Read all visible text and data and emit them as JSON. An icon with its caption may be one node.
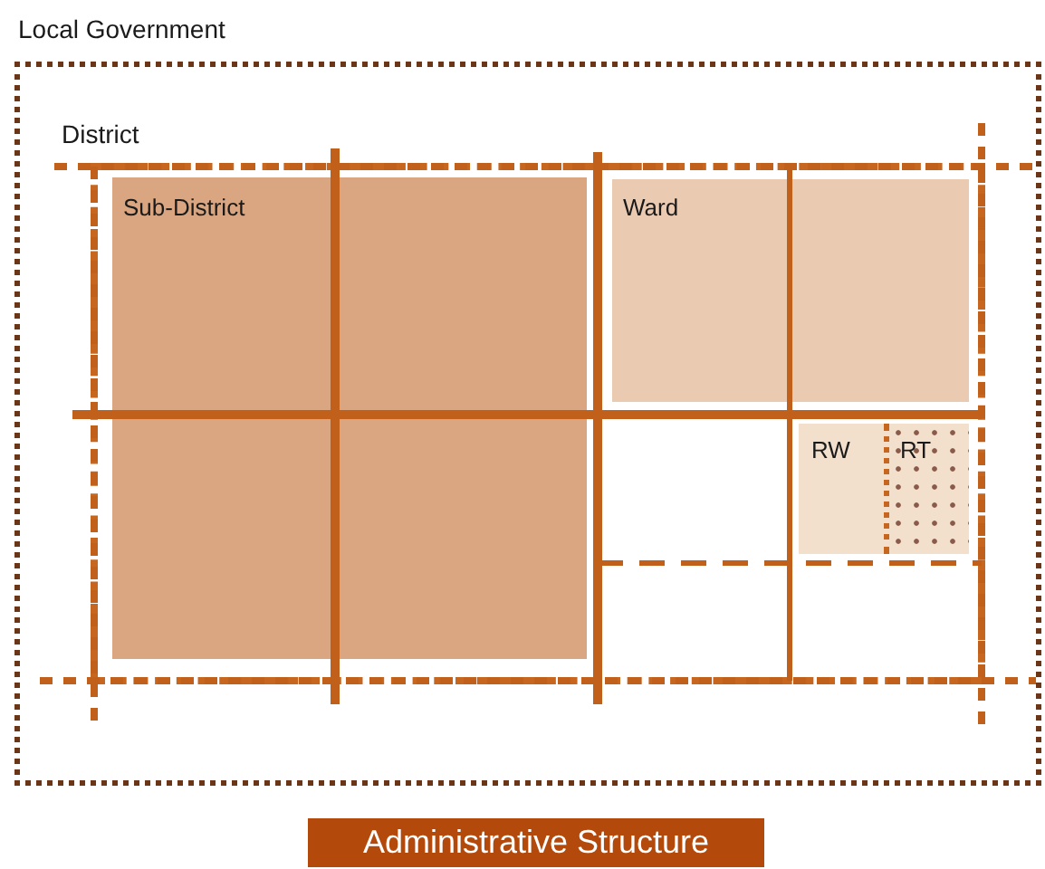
{
  "diagram": {
    "title": "Administrative Structure",
    "nodes": [
      {
        "text": [
          "Local Government"
        ]
      },
      {
        "text": [
          "District"
        ],
        "in": 0
      },
      {
        "text": [
          "Sub-District"
        ],
        "in": 1
      },
      {
        "text": [
          "Ward"
        ],
        "in": 1
      },
      {
        "text": [
          "RW"
        ],
        "in": 1
      },
      {
        "text": [
          "RT"
        ],
        "in": 4
      }
    ]
  }
}
